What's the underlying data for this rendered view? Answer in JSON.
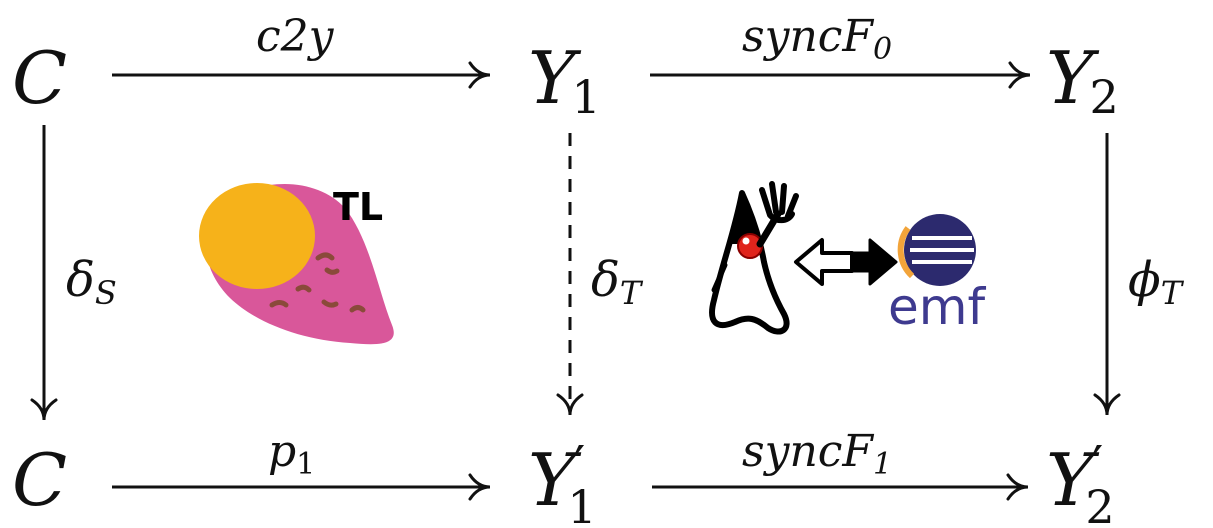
{
  "nodes": {
    "c_top": {
      "main": "C",
      "sub": "",
      "prime": ""
    },
    "y1_top": {
      "main": "Y",
      "sub": "1",
      "prime": ""
    },
    "y2_top": {
      "main": "Y",
      "sub": "2",
      "prime": ""
    },
    "c_bottom": {
      "main": "C",
      "sub": "",
      "prime": ""
    },
    "y1_bottom": {
      "main": "Y",
      "sub": "1",
      "prime": "′"
    },
    "y2_bottom": {
      "main": "Y",
      "sub": "2",
      "prime": "′"
    }
  },
  "edges": {
    "c2y": {
      "main": "c2y",
      "sub": ""
    },
    "syncF0": {
      "main": "syncF",
      "sub": "0"
    },
    "p1": {
      "main": "p",
      "sub": "1"
    },
    "syncF1": {
      "main": "syncF",
      "sub": "1"
    },
    "deltaS": {
      "main": "δ",
      "sub": "S"
    },
    "deltaT": {
      "main": "δ",
      "sub": "T"
    },
    "phiT": {
      "main": "ϕ",
      "sub": "T"
    }
  },
  "logos": {
    "tl_text": "TL",
    "emf_text": "emf"
  },
  "colors": {
    "ink": "#111111",
    "tl_body": "#d9579a",
    "tl_cap": "#f6b21a",
    "duke_red": "#e0241c",
    "emf_purple": "#3e3a8f"
  }
}
